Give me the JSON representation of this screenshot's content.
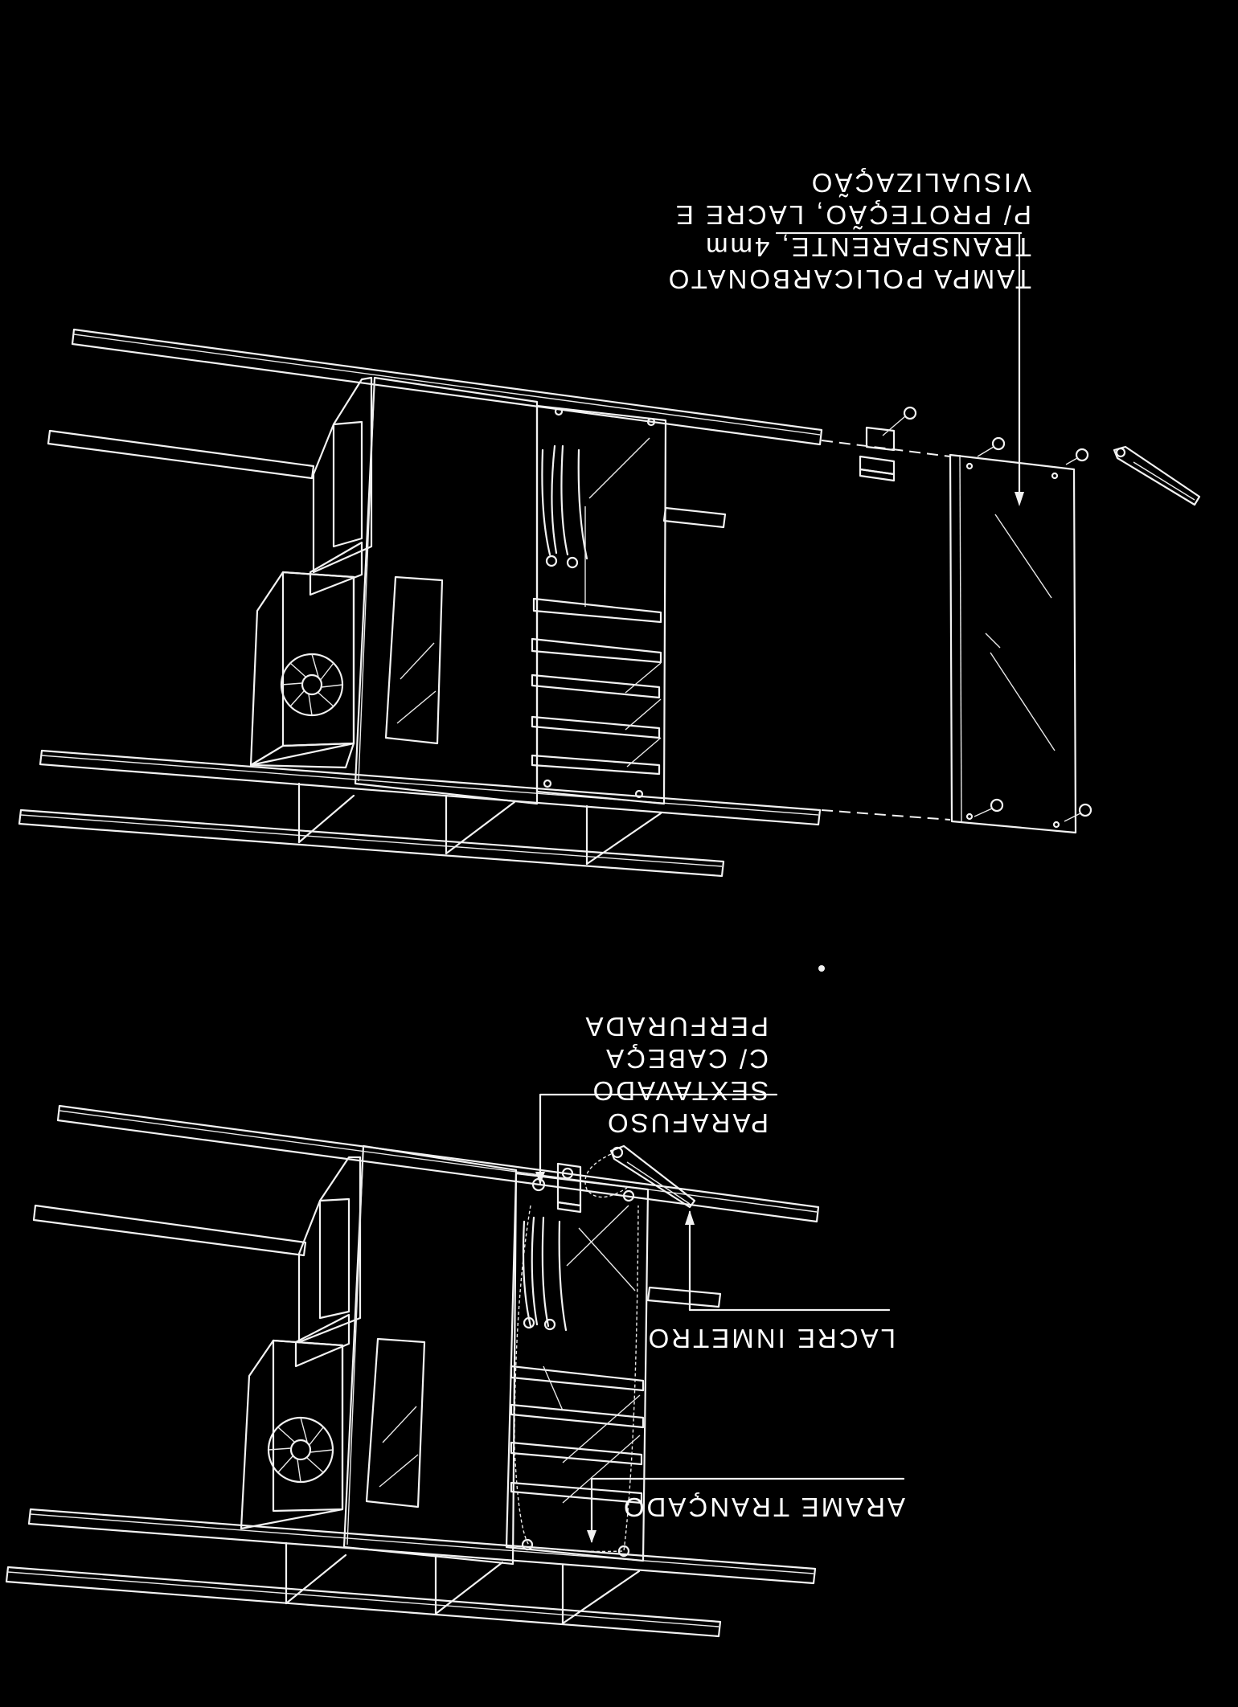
{
  "top_view": {
    "callout_tampa": {
      "lines": [
        "TAMPA POLICARBONATO",
        "TRANSPARENTE, 4mm",
        "P/ PROTEÇÃO, LACRE E",
        "VISUALIZAÇÃO"
      ]
    }
  },
  "bottom_view": {
    "callout_parafuso": {
      "lines": [
        "PARAFUSO",
        "SEXTAVADO",
        "C/ CABEÇA",
        "PERFURADA"
      ]
    },
    "callout_lacre": {
      "text": "LACRE INMETRO"
    },
    "callout_arame": {
      "text": "ARAME TRANÇADO"
    }
  },
  "colors": {
    "background": "#000000",
    "linework": "#f2f2f2"
  }
}
